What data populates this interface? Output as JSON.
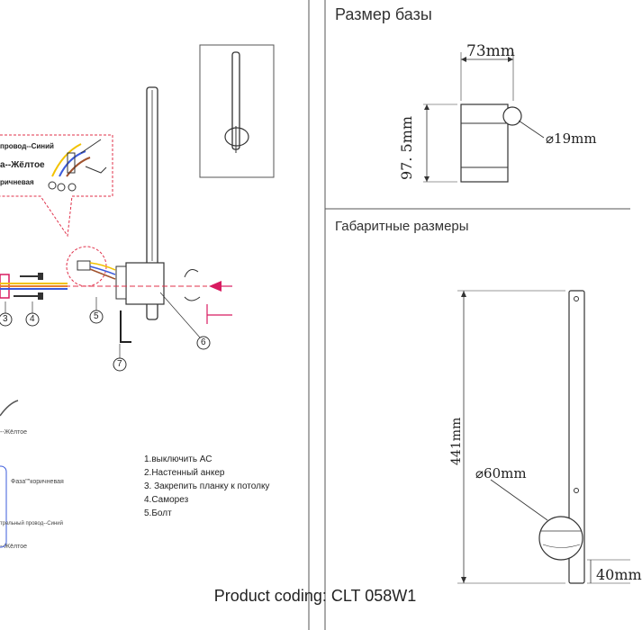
{
  "sections": {
    "base_title": "Размер базы",
    "overall_title": "Габаритные размеры"
  },
  "wiring_labels": {
    "neutral": "провод--Синий",
    "phase": "а--Жёлтое",
    "brown": "ричневая"
  },
  "left_notes": {
    "yellow": "--Жёлтое",
    "phase_brown": "Фаза\"\"коричневая",
    "neutral_blue": "трельный провод--Синий",
    "yellow2": "--Жёлтое"
  },
  "callouts": [
    "3",
    "4",
    "5",
    "6",
    "7"
  ],
  "steps": [
    "1.выключить АС",
    "2.Настенный    анкер",
    "3. Закрепить планку к потолку",
    "4.Саморез",
    "5.Болт"
  ],
  "dimensions": {
    "base_width": "73mm",
    "base_height": "97. 5mm",
    "base_diam": "⌀19mm",
    "overall_height": "441mm",
    "ball_diam": "⌀60mm",
    "bottom": "40mm"
  },
  "product_coding": "Product coding: CLT 058W1",
  "colors": {
    "red_dash": "#e0304a",
    "magenta": "#d81b60",
    "wire_yellow": "#f2c200",
    "wire_blue": "#3b5bdb",
    "wire_brown": "#a0522d",
    "wire_orange": "#e8802a",
    "line": "#333333",
    "divider": "#555555"
  }
}
